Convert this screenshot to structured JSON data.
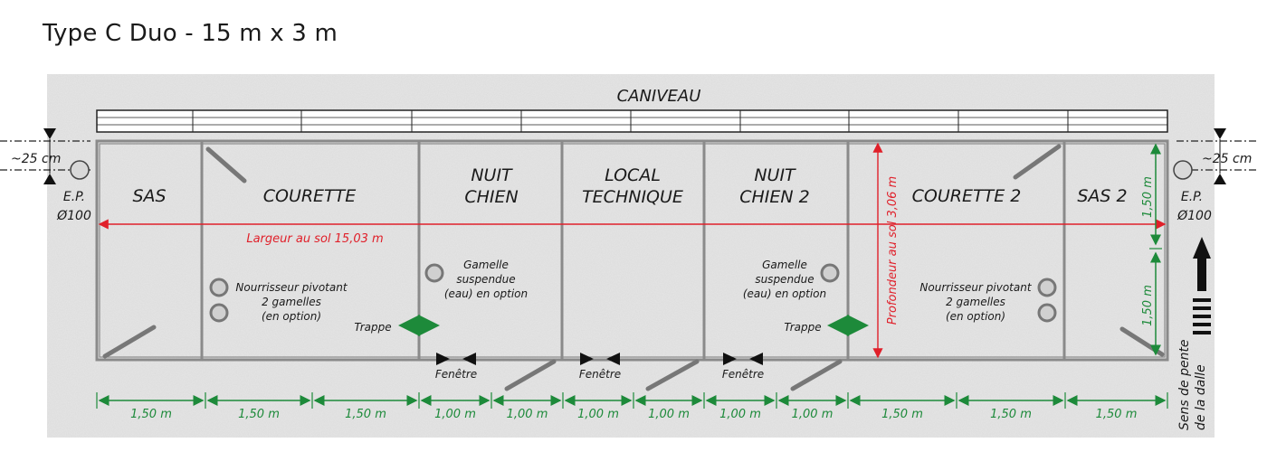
{
  "title": "Type C Duo - 15 m x 3 m",
  "caniveau": "CANIVEAU",
  "rooms": [
    {
      "line1": "SAS",
      "line2": ""
    },
    {
      "line1": "COURETTE",
      "line2": ""
    },
    {
      "line1": "NUIT",
      "line2": "CHIEN"
    },
    {
      "line1": "LOCAL",
      "line2": "TECHNIQUE"
    },
    {
      "line1": "NUIT",
      "line2": "CHIEN 2"
    },
    {
      "line1": "COURETTE 2",
      "line2": ""
    },
    {
      "line1": "SAS 2",
      "line2": ""
    }
  ],
  "offset_left": "~25 cm",
  "offset_right": "~25 cm",
  "ep_left": {
    "line1": "E.P.",
    "line2": "Ø100"
  },
  "ep_right": {
    "line1": "E.P.",
    "line2": "Ø100"
  },
  "largeur": "Largeur au sol 15,03 m",
  "profondeur": "Profondeur au sol 3,06 m",
  "nourrisseur": [
    "Nourrisseur pivotant",
    "2 gamelles",
    "(en option)"
  ],
  "gamelle": [
    "Gamelle",
    "suspendue",
    "(eau) en option"
  ],
  "trappe": "Trappe",
  "fenetre": "Fenêtre",
  "side_dims": [
    "1,50 m",
    "1,50 m"
  ],
  "bottom_dims": [
    "1,50 m",
    "1,50 m",
    "1,50 m",
    "1,00 m",
    "1,00 m",
    "1,00 m",
    "1,00 m",
    "1,00 m",
    "1,00 m",
    "1,50 m",
    "1,50 m",
    "1,50 m"
  ],
  "pente": [
    "Sens de pente",
    "de la dalle"
  ],
  "colors": {
    "green": "#1d8a3a",
    "red": "#e0202a",
    "wall": "#8a8a8a",
    "background": "#e6e6e6"
  }
}
